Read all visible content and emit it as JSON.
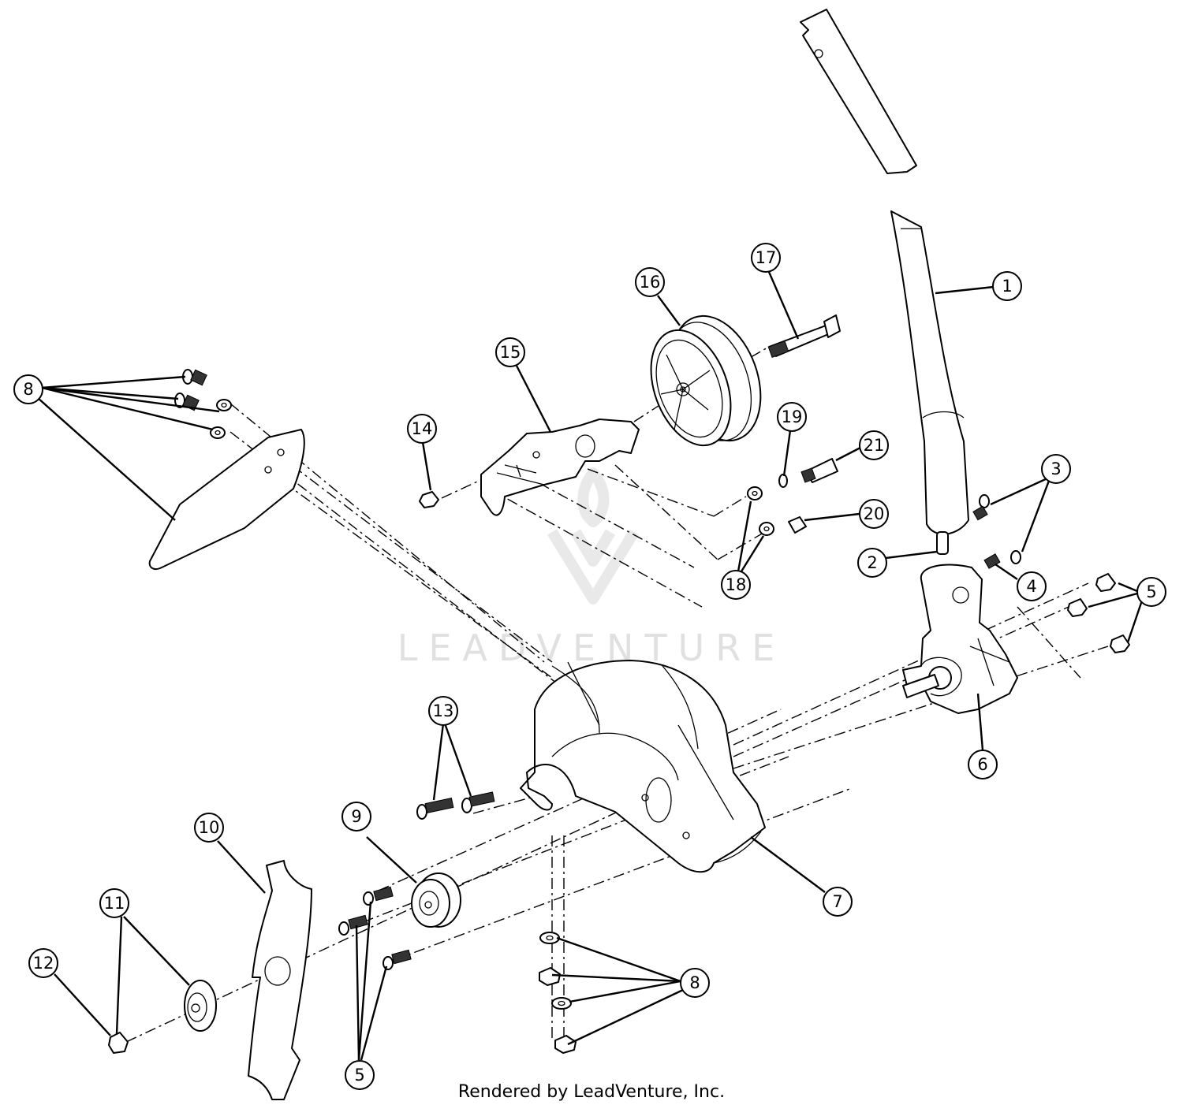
{
  "callouts": [
    {
      "id": "c1",
      "label": "1"
    },
    {
      "id": "c2",
      "label": "2"
    },
    {
      "id": "c3",
      "label": "3"
    },
    {
      "id": "c4",
      "label": "4"
    },
    {
      "id": "c5a",
      "label": "5"
    },
    {
      "id": "c5b",
      "label": "5"
    },
    {
      "id": "c6",
      "label": "6"
    },
    {
      "id": "c7",
      "label": "7"
    },
    {
      "id": "c8a",
      "label": "8"
    },
    {
      "id": "c8b",
      "label": "8"
    },
    {
      "id": "c9",
      "label": "9"
    },
    {
      "id": "c10",
      "label": "10"
    },
    {
      "id": "c11",
      "label": "11"
    },
    {
      "id": "c12",
      "label": "12"
    },
    {
      "id": "c13",
      "label": "13"
    },
    {
      "id": "c14",
      "label": "14"
    },
    {
      "id": "c15",
      "label": "15"
    },
    {
      "id": "c16",
      "label": "16"
    },
    {
      "id": "c17",
      "label": "17"
    },
    {
      "id": "c18",
      "label": "18"
    },
    {
      "id": "c19",
      "label": "19"
    },
    {
      "id": "c20",
      "label": "20"
    },
    {
      "id": "c21",
      "label": "21"
    }
  ],
  "watermark": {
    "text": "LEADVENTURE"
  },
  "credit": {
    "text": "Rendered by LeadVenture, Inc."
  }
}
